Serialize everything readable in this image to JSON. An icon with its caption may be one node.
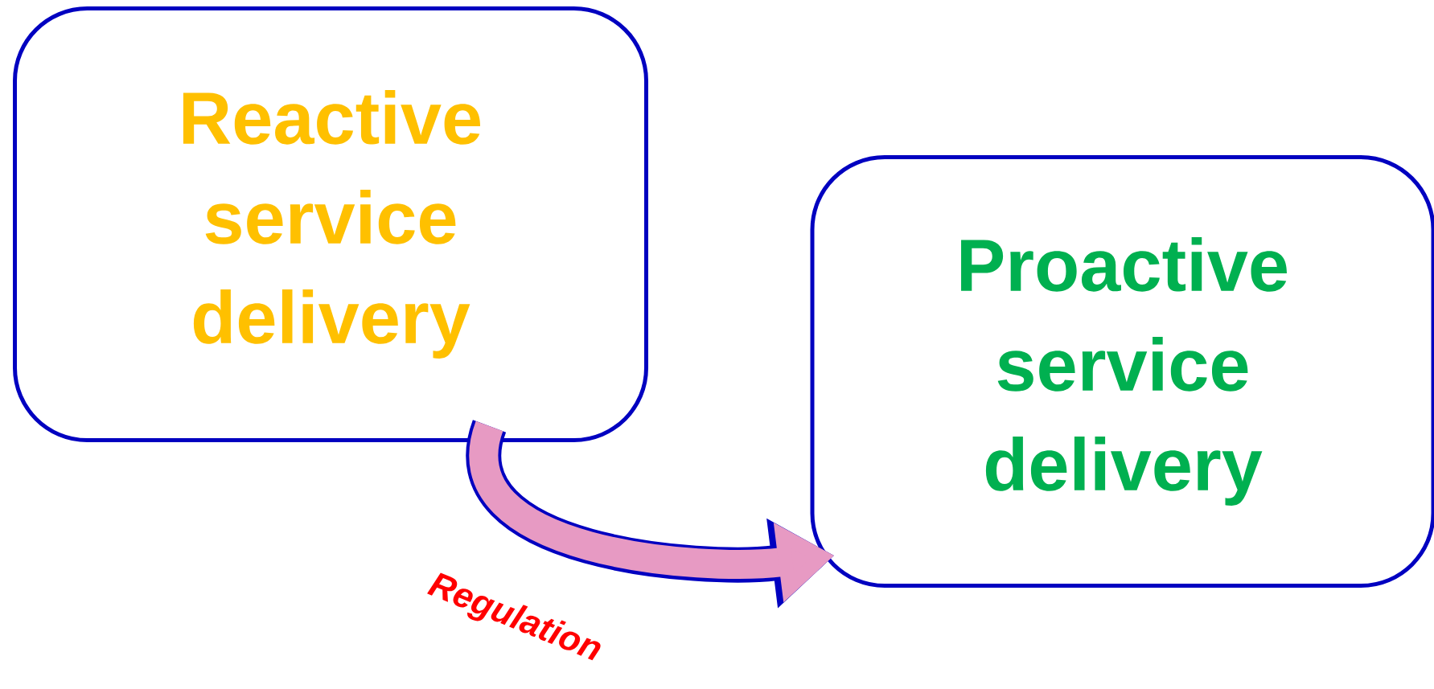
{
  "diagram": {
    "nodes": [
      {
        "text": [
          "Reactive service delivery"
        ]
      },
      {
        "text": [
          "Proactive service delivery"
        ]
      }
    ],
    "edges": [
      {
        "from": 0,
        "to": 1,
        "arrow": "to",
        "label": "Regulation"
      }
    ]
  }
}
